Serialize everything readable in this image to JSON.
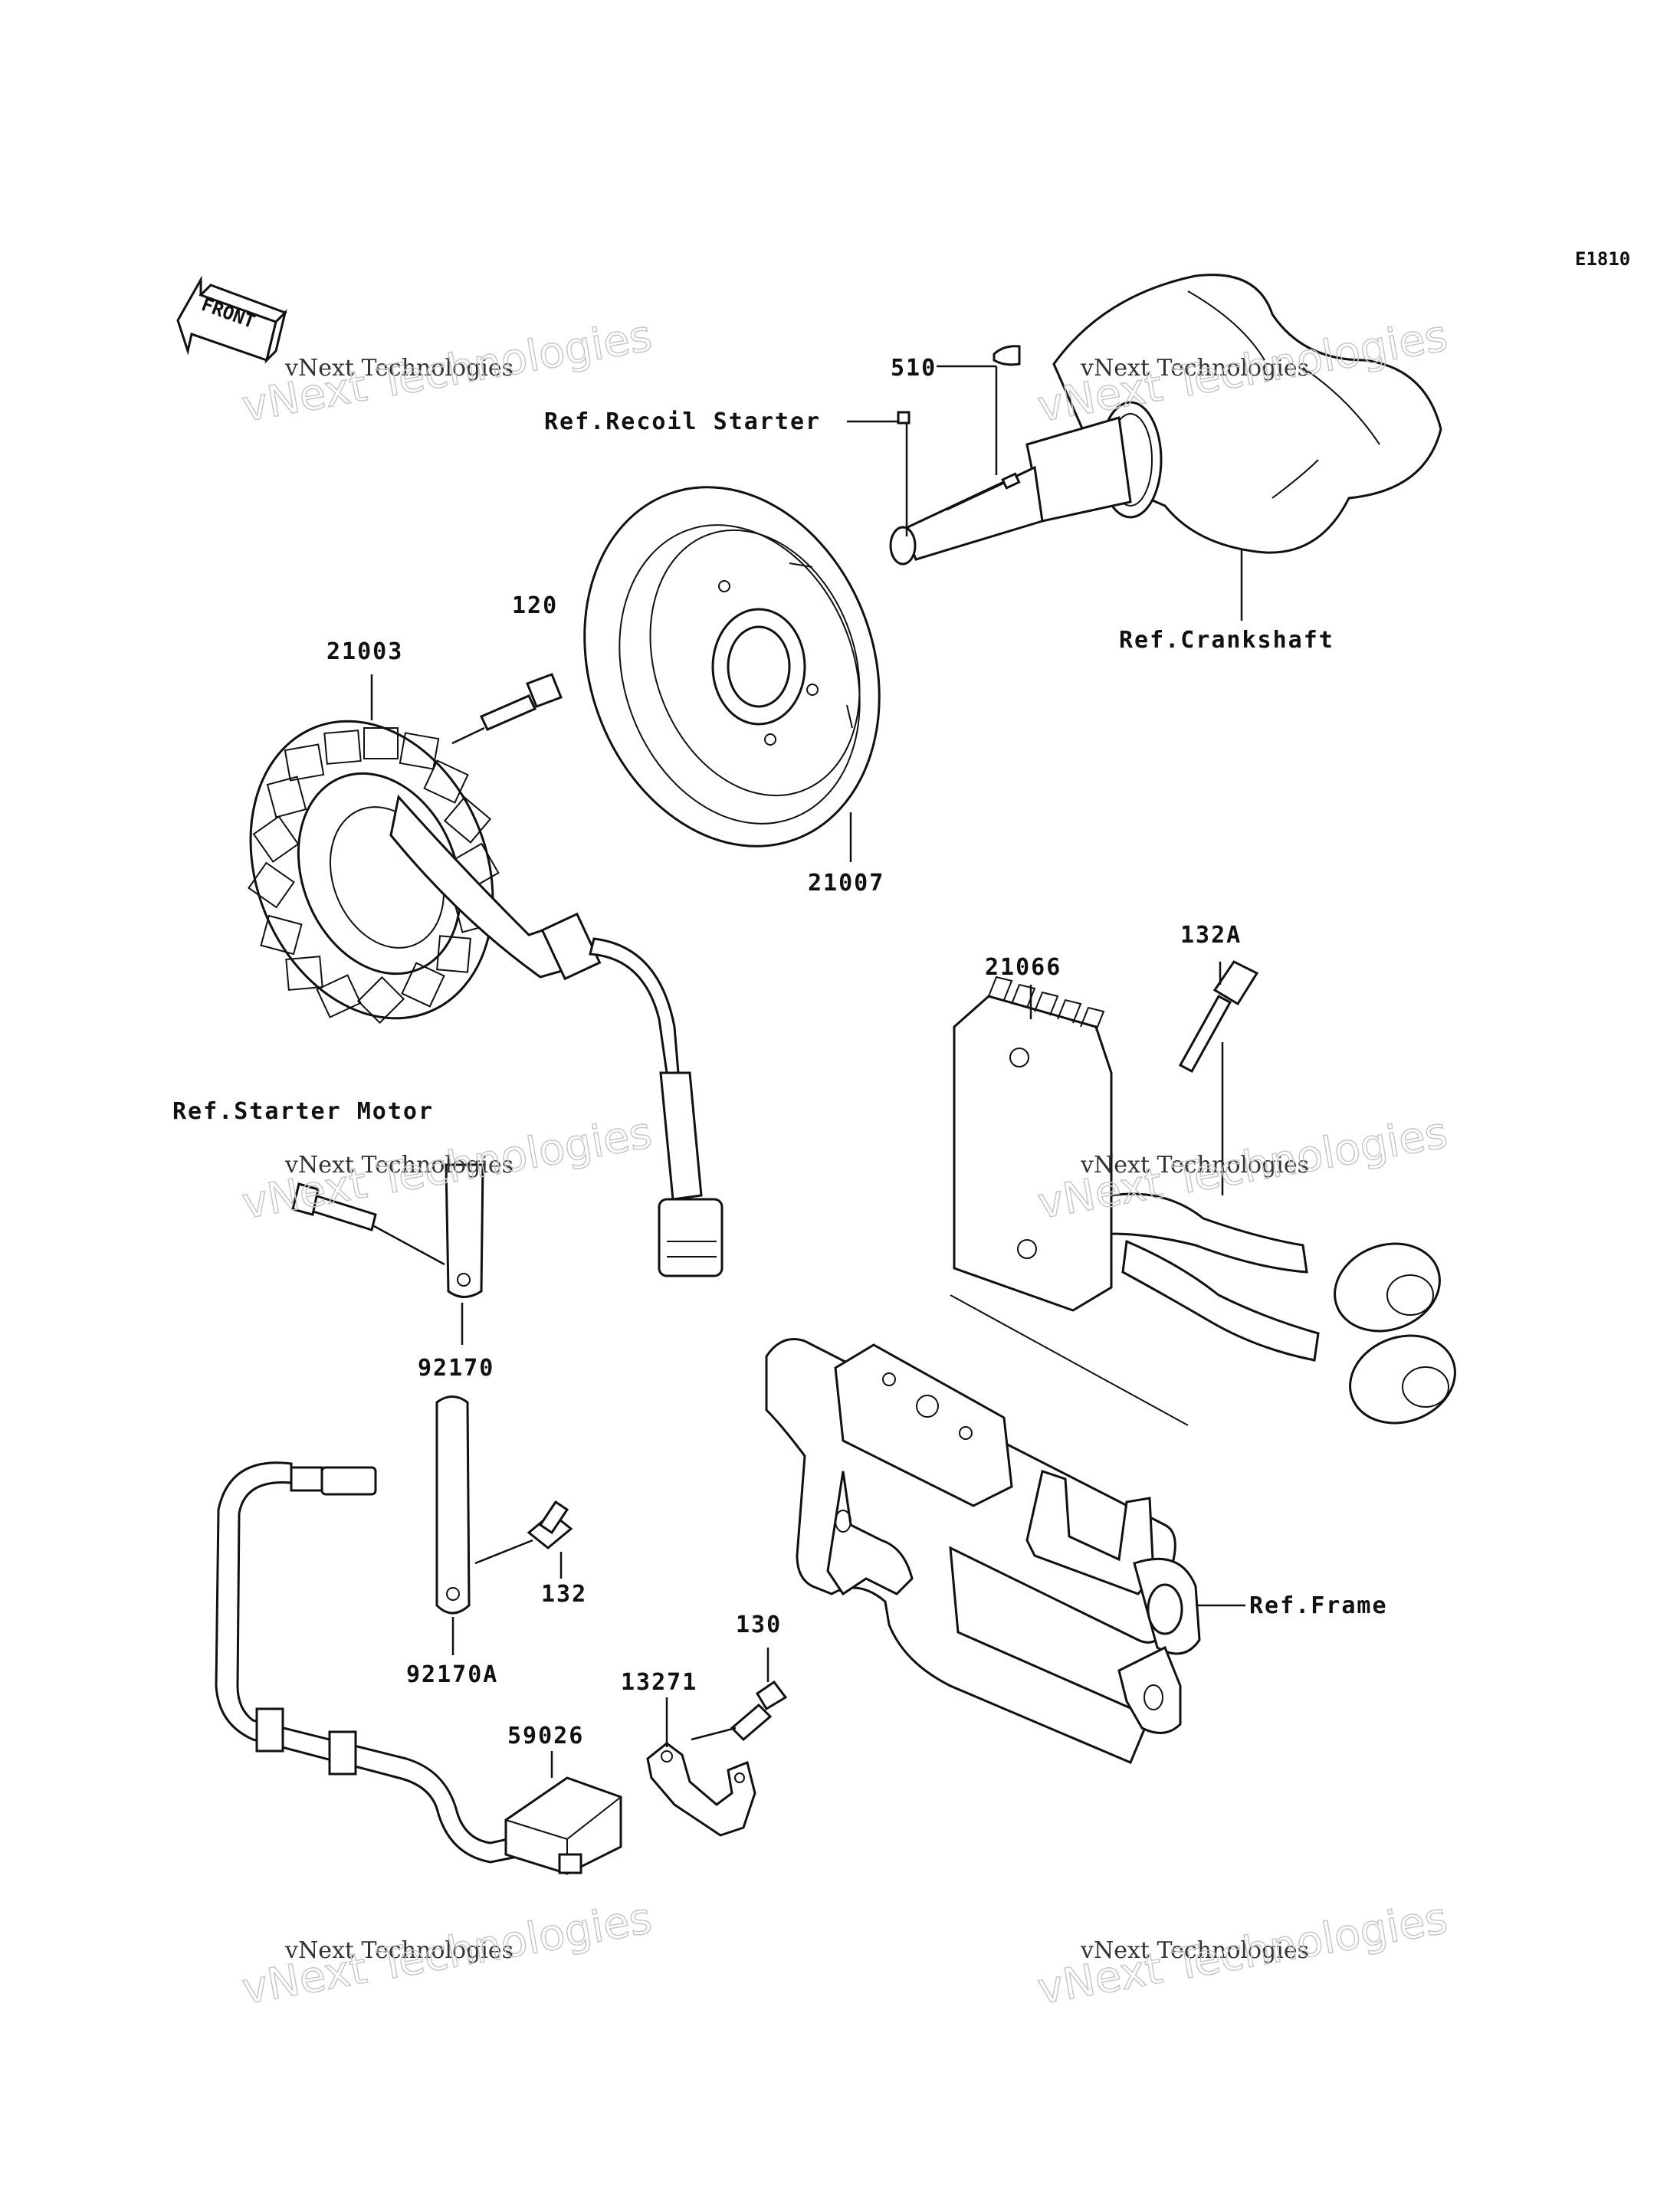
{
  "figure": {
    "code": "E1810",
    "front_marker": "FRONT"
  },
  "callouts": [
    {
      "id": "510",
      "text": "510"
    },
    {
      "id": "ref-recoil-starter",
      "text": "Ref.Recoil Starter"
    },
    {
      "id": "120",
      "text": "120"
    },
    {
      "id": "21003",
      "text": "21003"
    },
    {
      "id": "ref-crankshaft",
      "text": "Ref.Crankshaft"
    },
    {
      "id": "21007",
      "text": "21007"
    },
    {
      "id": "132A",
      "text": "132A"
    },
    {
      "id": "21066",
      "text": "21066"
    },
    {
      "id": "ref-starter-motor",
      "text": "Ref.Starter Motor"
    },
    {
      "id": "92170",
      "text": "92170"
    },
    {
      "id": "132",
      "text": "132"
    },
    {
      "id": "92170A",
      "text": "92170A"
    },
    {
      "id": "130",
      "text": "130"
    },
    {
      "id": "13271",
      "text": "13271"
    },
    {
      "id": "ref-frame",
      "text": "Ref.Frame"
    },
    {
      "id": "59026",
      "text": "59026"
    }
  ],
  "watermark": {
    "line1": "vNext Technologies",
    "line2": "vNext Technologies"
  }
}
